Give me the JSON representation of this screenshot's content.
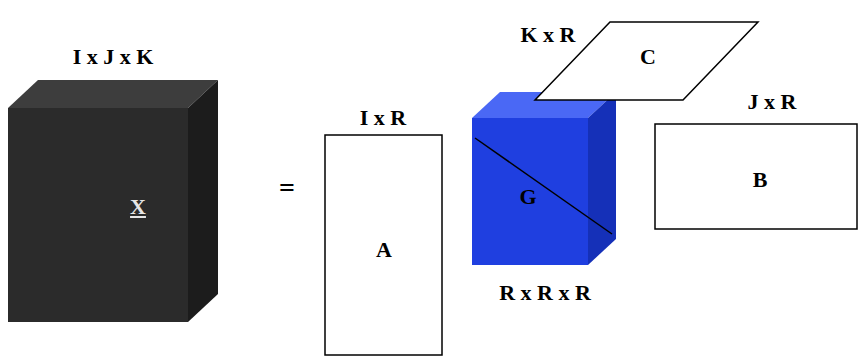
{
  "diagram": {
    "nodes": [
      {
        "text": [
          "I x J x K",
          "X"
        ]
      },
      {
        "text": [
          "I x R",
          "A"
        ]
      },
      {
        "text": [
          "G",
          "R x R x R"
        ]
      },
      {
        "text": [
          "K x R",
          "C"
        ]
      },
      {
        "text": [
          "J x R",
          "B"
        ]
      }
    ],
    "labels": [
      "="
    ]
  }
}
